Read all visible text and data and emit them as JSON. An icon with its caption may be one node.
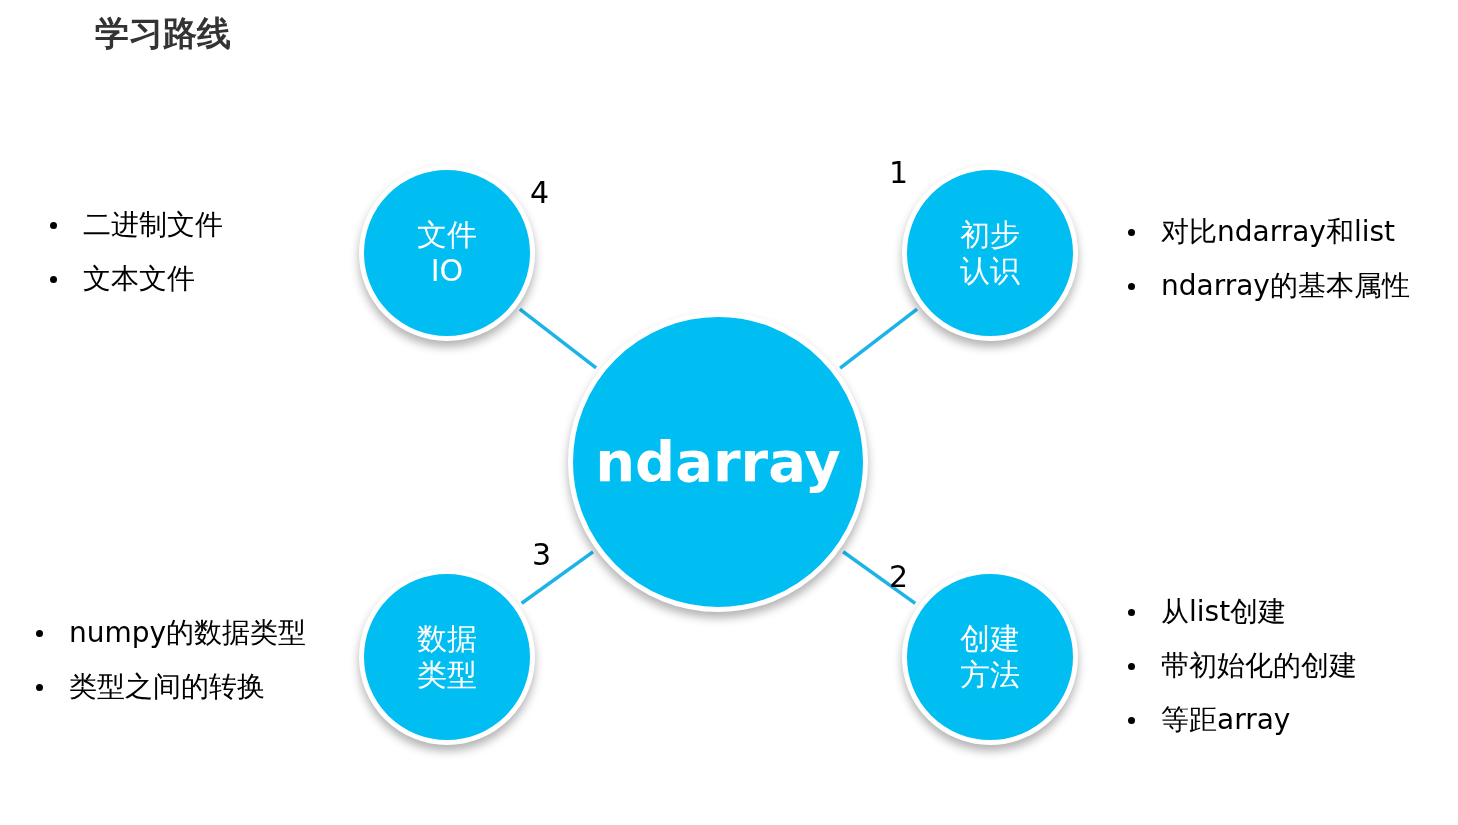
{
  "diagram": {
    "title": "学习路线",
    "nodes": [
      {
        "text": [
          "文件IO"
        ],
        "beside": [
          "4"
        ]
      },
      {
        "text": [
          "初步认识"
        ],
        "beside": [
          "1"
        ]
      },
      {
        "text": [
          "ndarray"
        ]
      },
      {
        "text": [
          "数据类型"
        ],
        "beside": [
          "3"
        ]
      },
      {
        "text": [
          "创建方法"
        ],
        "beside": [
          "2"
        ]
      }
    ],
    "edges": [
      {
        "from": 2,
        "to": 0,
        "arrow": "none"
      },
      {
        "from": 2,
        "to": 1,
        "arrow": "none"
      },
      {
        "from": 2,
        "to": 3,
        "arrow": "none"
      },
      {
        "from": 2,
        "to": 4,
        "arrow": "none"
      }
    ],
    "labels": [
      "二进制文件",
      "文本文件",
      "对比ndarray和list",
      "ndarray的基本属性",
      "numpy的数据类型",
      "类型之间的转换",
      "从list创建",
      "带初始化的创建",
      "等距array"
    ]
  }
}
